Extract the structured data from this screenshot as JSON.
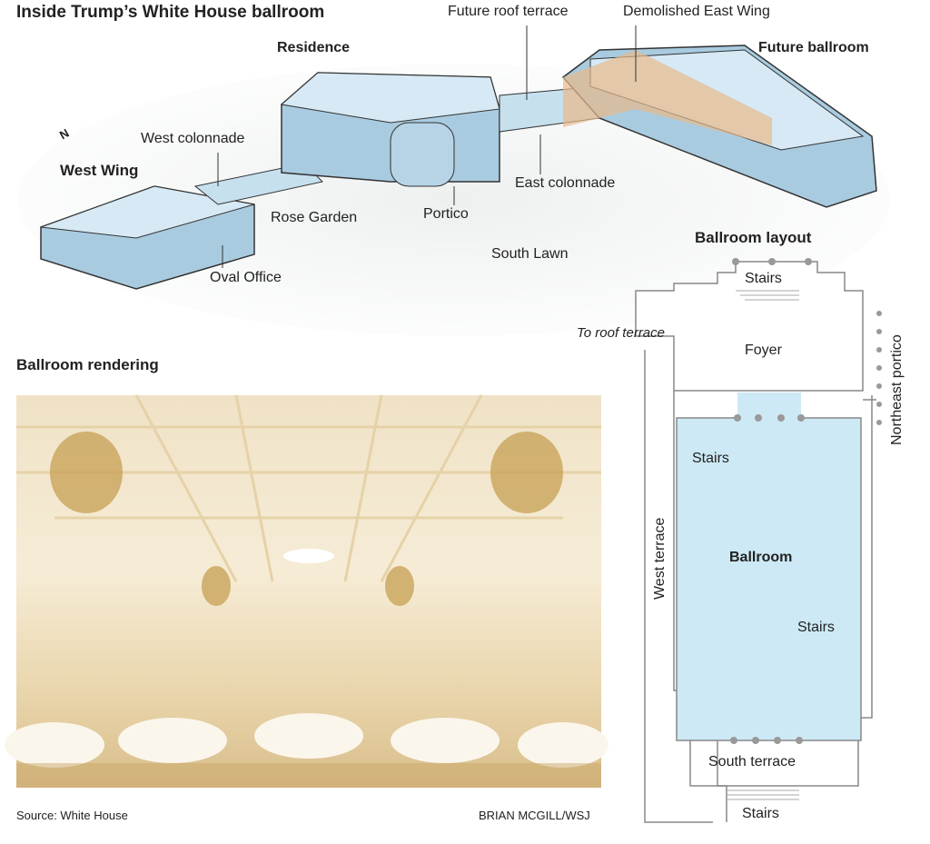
{
  "title": "Inside Trump’s White House ballroom",
  "aerial_labels": {
    "future_roof_terrace": "Future roof terrace",
    "demolished_east_wing": "Demolished East Wing",
    "residence": "Residence",
    "future_ballroom": "Future ballroom",
    "west_colonnade": "West colonnade",
    "west_wing": "West Wing",
    "east_colonnade": "East colonnade",
    "rose_garden": "Rose Garden",
    "portico": "Portico",
    "south_lawn": "South Lawn",
    "oval_office": "Oval Office",
    "north_arrow": "N"
  },
  "rendering": {
    "heading": "Ballroom rendering"
  },
  "layout": {
    "heading": "Ballroom layout",
    "stairs_north": "Stairs",
    "to_roof_terrace": "To roof terrace",
    "foyer": "Foyer",
    "northeast_portico": "Northeast portico",
    "stairs_nw": "Stairs",
    "west_terrace": "West terrace",
    "ballroom": "Ballroom",
    "stairs_se": "Stairs",
    "south_terrace": "South terrace",
    "stairs_south": "Stairs"
  },
  "footer": {
    "source": "Source: White House",
    "credit": "BRIAN MCGILL/WSJ"
  },
  "colors": {
    "building": "#b9d6e6",
    "ballroom": "#cde9f5",
    "demolished": "#e8b98a",
    "gold": "#d9b77a"
  }
}
